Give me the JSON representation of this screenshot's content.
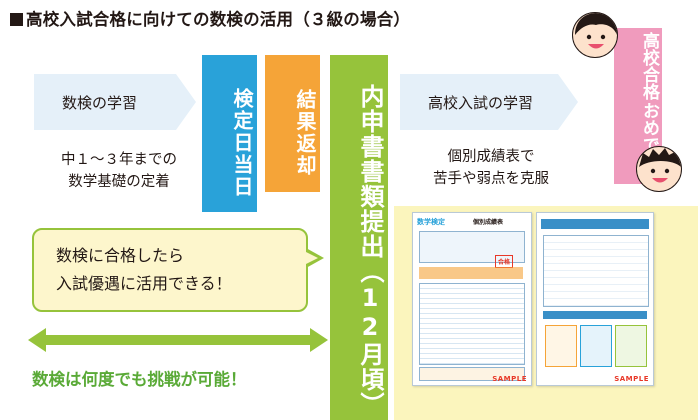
{
  "title": "高校入試合格に向けての数検の活用（３級の場合）",
  "steps": {
    "study_suken": "数検の学習",
    "study_note_line1": "中１～３年までの",
    "study_note_line2": "数学基礎の定着",
    "exam_day": "検定日当日",
    "result_return": "結果返却",
    "naishin": "内申書書類提出",
    "naishin_month": "（12月頃）",
    "study_entrance": "高校入試の学習",
    "report_note_line1": "個別成績表で",
    "report_note_line2": "苦手や弱点を克服",
    "congrats_line1": "高校合格",
    "congrats_line2": "おめでとう！"
  },
  "bubble": {
    "line1": "数検に合格したら",
    "line2": "入試優遇に活用できる！"
  },
  "cta": "数検は何度でも挑戦が可能！",
  "report_sheet": {
    "logo": "数学検定",
    "heading": "個別成績表",
    "stamp": "合格",
    "sample_label": "SAMPLE"
  },
  "colors": {
    "arrow_box": "#e5f0f9",
    "exam_day": "#29a2d9",
    "result_return": "#f5a438",
    "naishin": "#96c33b",
    "congrats": "#f09bbd",
    "bubble_bg": "#fdf6cc",
    "green_text": "#5aaa37",
    "sheet_bg": "#fbf5bd"
  }
}
